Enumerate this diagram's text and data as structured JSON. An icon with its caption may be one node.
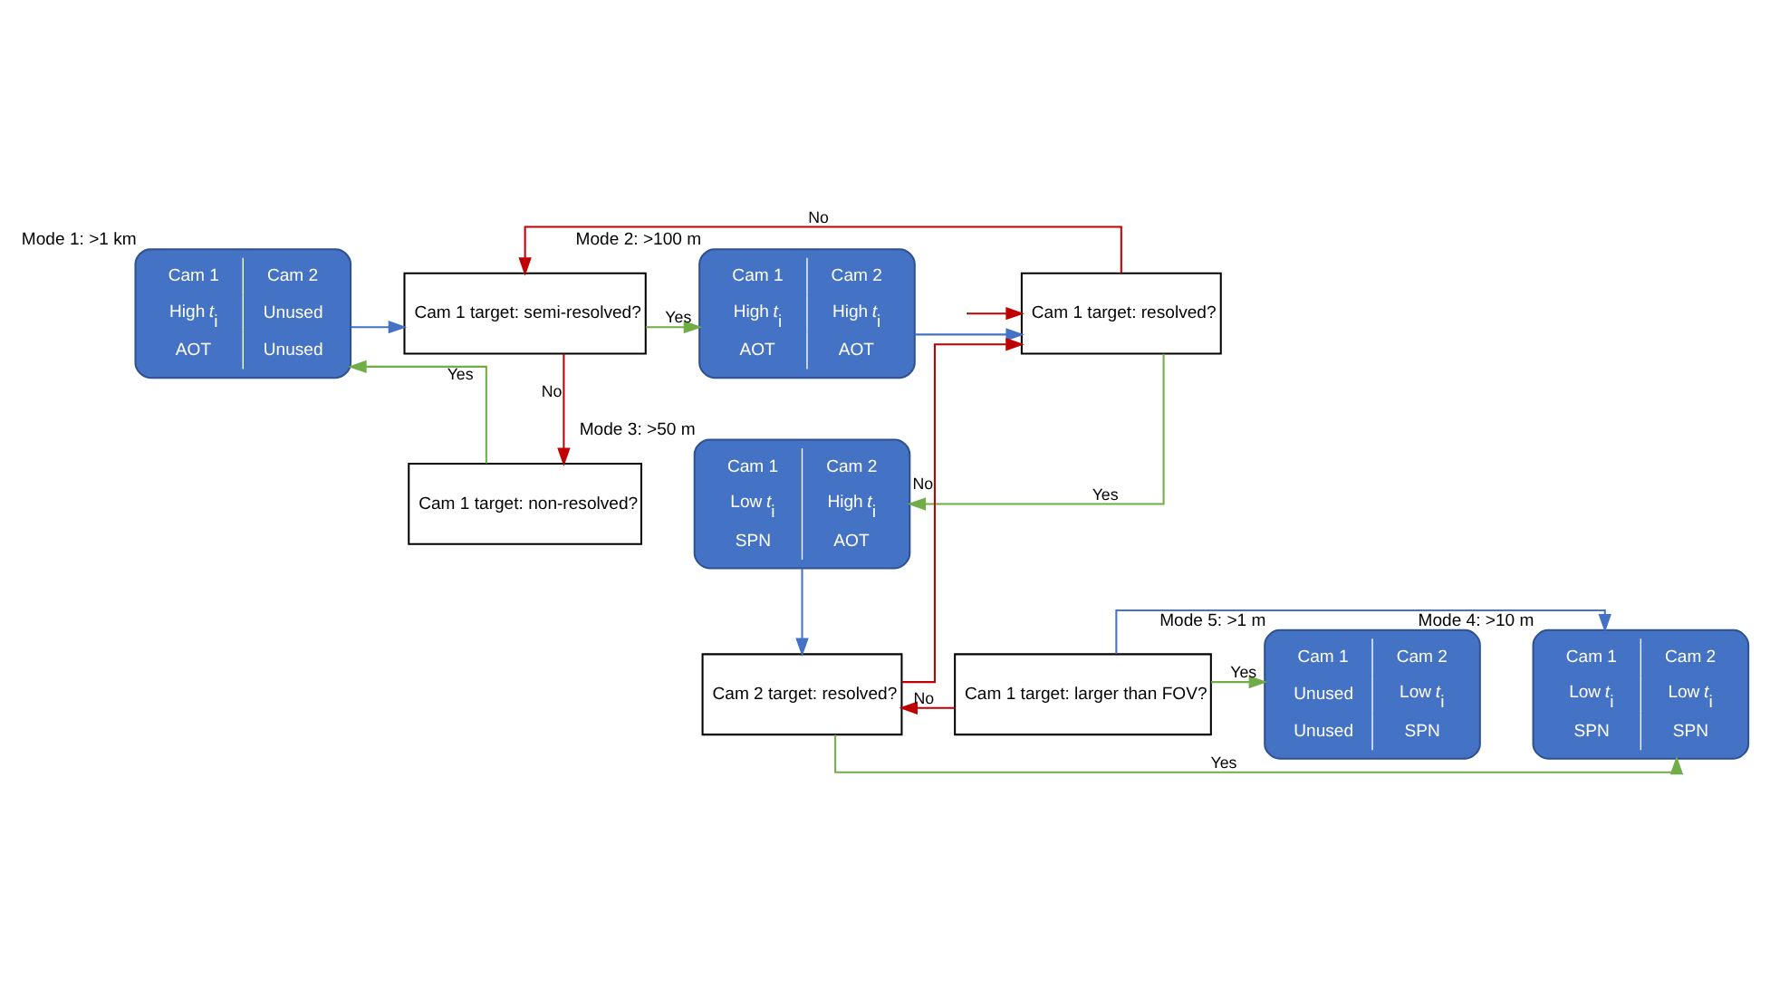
{
  "diagram": {
    "nodes": [
      {
        "text": [
          "Cam 1",
          "Cam 2",
          "High *t*$_{i}$",
          "Unused",
          "AOT",
          "Unused"
        ],
        "beside": [
          "Mode 1: >1 km"
        ]
      },
      {
        "text": [
          "Cam 1 target: semi-resolved?"
        ]
      },
      {
        "text": [
          "Cam 1",
          "Cam 2",
          "High *t*$_{i}$",
          "High *t*$_{i}$",
          "AOT",
          "AOT"
        ],
        "beside": [
          "Mode 2: >100 m"
        ]
      },
      {
        "text": [
          "Cam 1 target: resolved?"
        ]
      },
      {
        "text": [
          "Cam 1 target: non-resolved?"
        ]
      },
      {
        "text": [
          "Cam 1",
          "Cam 2",
          "Low *t*$_{i}$",
          "High *t*$_{i}$",
          "SPN",
          "AOT"
        ],
        "beside": [
          "Mode 3: >50 m"
        ]
      },
      {
        "text": [
          "Cam 2 target: resolved?"
        ]
      },
      {
        "text": [
          "Cam 1",
          "Cam 2",
          "Low *t*$_{i}$",
          "Low *t*$_{i}$",
          "SPN",
          "SPN"
        ],
        "beside": [
          "Mode 4: >10 m"
        ]
      },
      {
        "text": [
          "Cam 1 target: larger than FOV?"
        ]
      },
      {
        "text": [
          "Cam 1",
          "Cam 2",
          "Unused",
          "Low *t*$_{i}$",
          "Unused",
          "SPN"
        ],
        "beside": [
          "Mode 5: >1 m"
        ]
      }
    ],
    "edges": [
      {
        "from": 0,
        "to": 1,
        "arrow": "to",
        "color": "#4472c4"
      },
      {
        "from": 1,
        "to": 2,
        "arrow": "to",
        "label": "Yes",
        "color": "#70ad47"
      },
      {
        "from": 1,
        "to": 4,
        "arrow": "to",
        "label": "No",
        "color": "#c00000"
      },
      {
        "from": 4,
        "to": 0,
        "arrow": "to",
        "label": "Yes",
        "color": "#70ad47"
      },
      {
        "from": 2,
        "to": 3,
        "arrow": "to",
        "color": "#4472c4"
      },
      {
        "from": 3,
        "to": 1,
        "arrow": "to",
        "label": "No",
        "color": "#c00000"
      },
      {
        "from": null,
        "to": 3,
        "arrow": "to",
        "color": "#c00000"
      },
      {
        "from": 3,
        "to": 5,
        "arrow": "to",
        "label": "Yes",
        "color": "#70ad47"
      },
      {
        "from": 5,
        "to": 6,
        "arrow": "to",
        "color": "#4472c4"
      },
      {
        "from": 6,
        "to": 7,
        "arrow": "to",
        "label": "Yes",
        "color": "#70ad47"
      },
      {
        "from": 6,
        "to": 3,
        "arrow": "to",
        "label": "No",
        "color": "#c00000"
      },
      {
        "from": 8,
        "to": 9,
        "arrow": "to",
        "label": "Yes",
        "color": "#70ad47"
      },
      {
        "from": 8,
        "to": 7,
        "arrow": "to",
        "color": "#4472c4"
      },
      {
        "from": 8,
        "to": 6,
        "arrow": "to",
        "label": "No",
        "color": "#c00000"
      }
    ]
  }
}
